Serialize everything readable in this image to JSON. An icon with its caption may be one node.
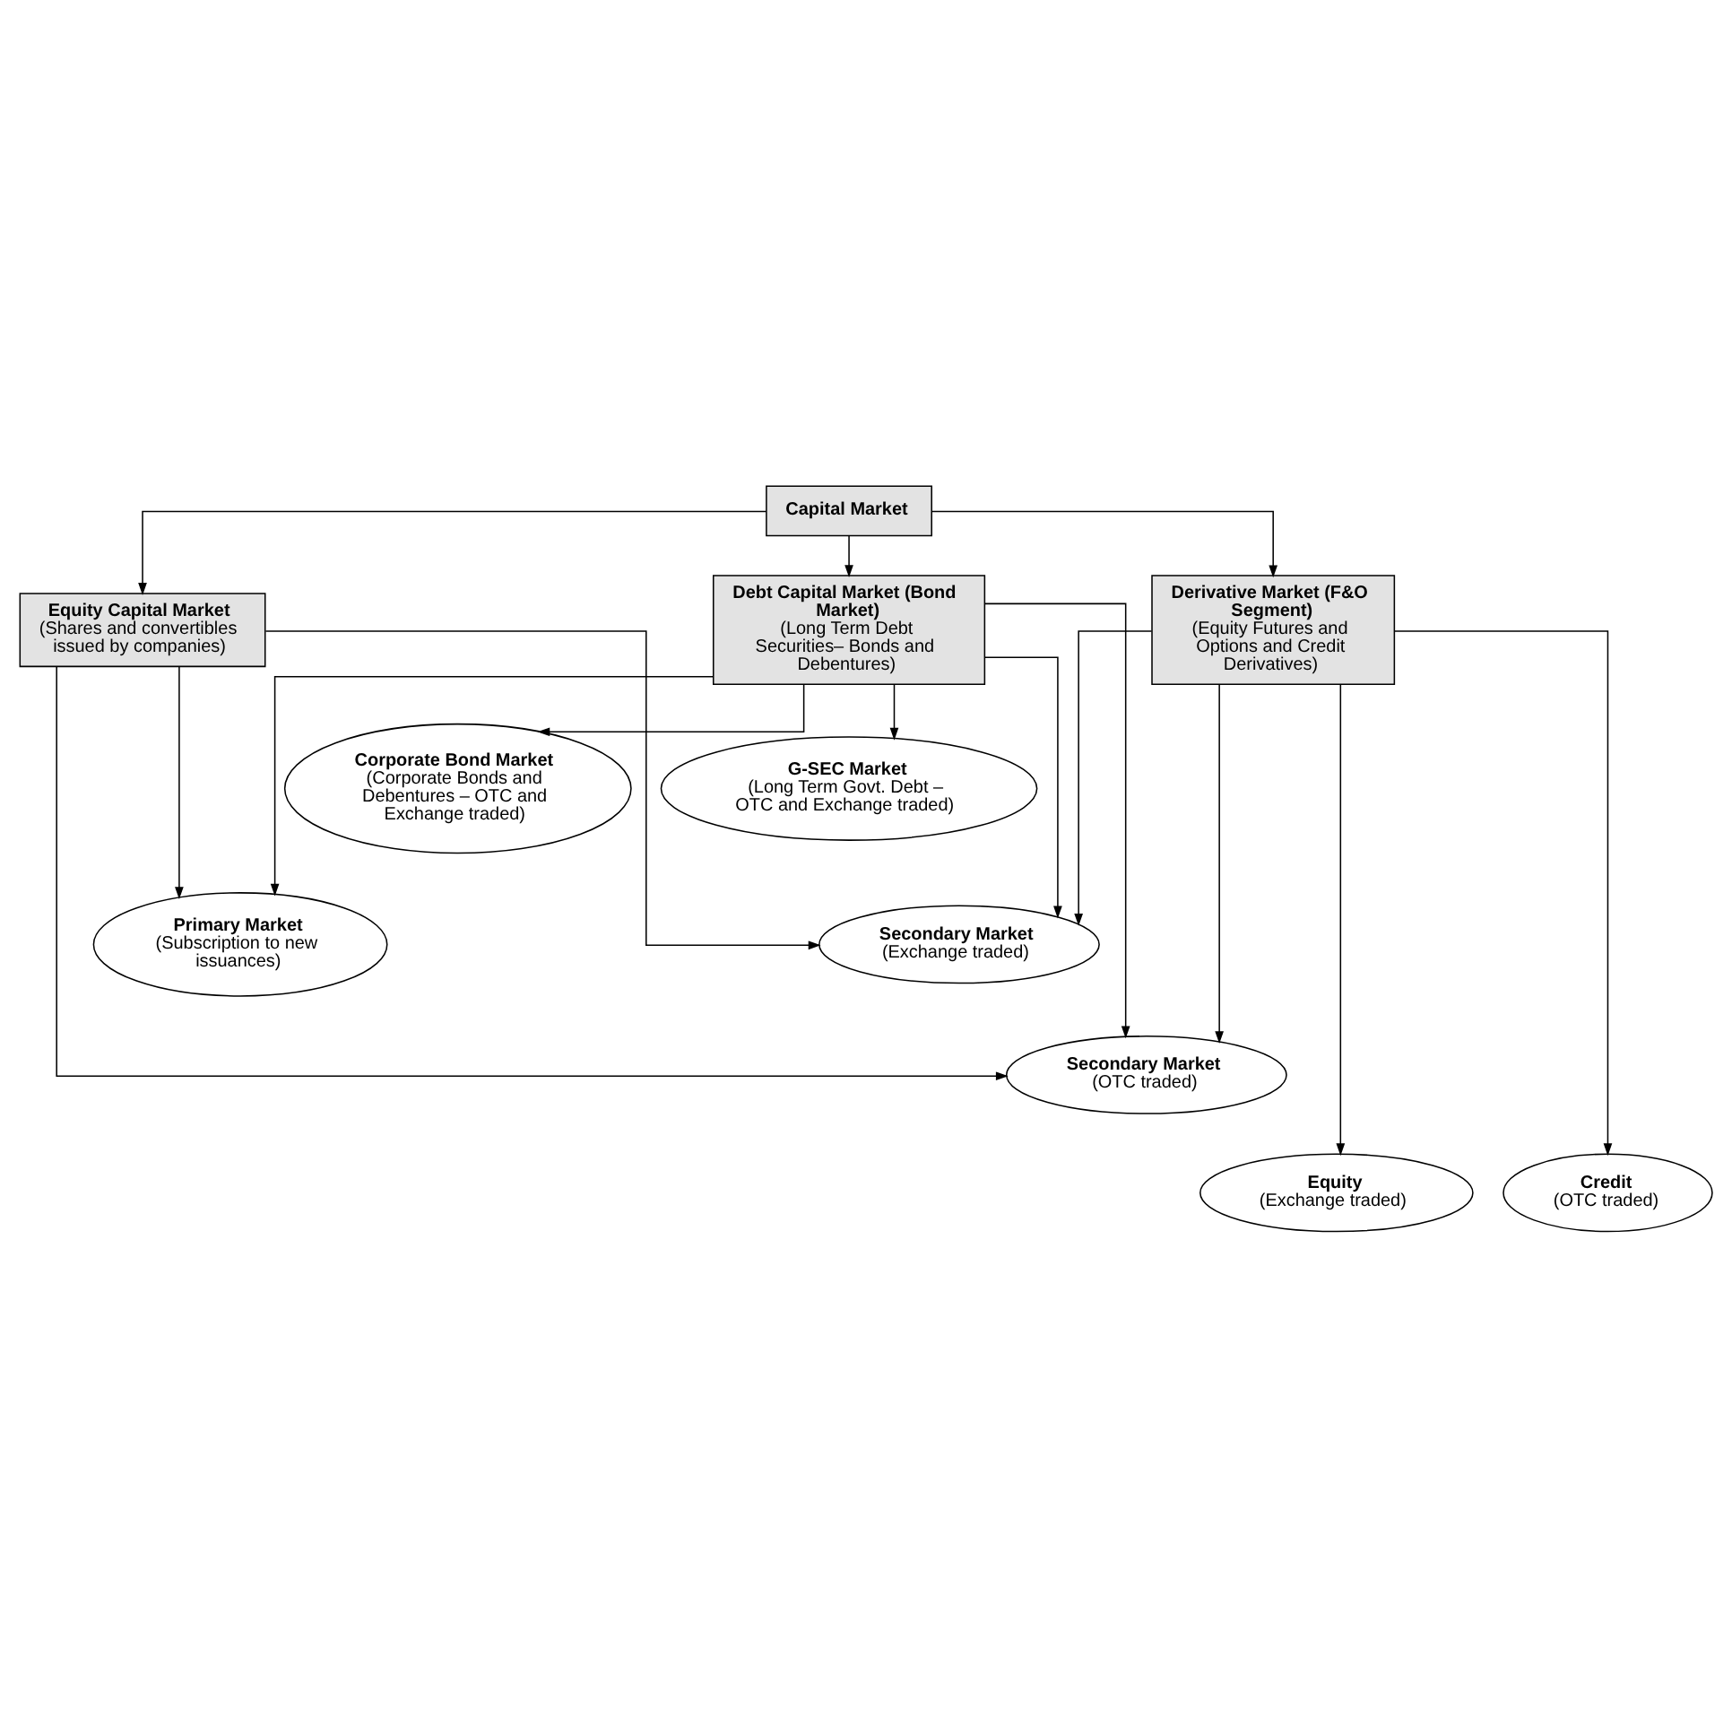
{
  "diagram": {
    "nodes": [
      {
        "text": [
          "Capital Market"
        ]
      },
      {
        "text": [
          "Equity Capital Market",
          "(Shares and convertibles issued by companies)"
        ]
      },
      {
        "text": [
          "Debt Capital Market (Bond Market)",
          "(Long Term Debt Securities– Bonds and Debentures)"
        ]
      },
      {
        "text": [
          "Derivative Market (F&O Segment)",
          "(Equity Futures and Options and Credit Derivatives)"
        ]
      },
      {
        "text": [
          "G-SEC Market",
          "(Long Term Govt. Debt – OTC and Exchange traded)"
        ]
      },
      {
        "text": [
          "Corporate Bond Market",
          "(Corporate Bonds and Debentures – OTC and Exchange traded)"
        ]
      },
      {
        "text": [
          "Primary Market",
          "(Subscription to new issuances)"
        ]
      },
      {
        "text": [
          "Secondary Market",
          "(Exchange traded)"
        ]
      },
      {
        "text": [
          "Secondary Market",
          "(OTC traded)"
        ]
      },
      {
        "text": [
          "Equity",
          "(Exchange traded)"
        ]
      },
      {
        "text": [
          "Credit",
          "(OTC traded)"
        ]
      }
    ],
    "edges": [
      {
        "from": 0,
        "to": 1,
        "arrow": "to"
      },
      {
        "from": 0,
        "to": 2,
        "arrow": "to"
      },
      {
        "from": 0,
        "to": 3,
        "arrow": "to"
      },
      {
        "from": 2,
        "to": 4,
        "arrow": "to"
      },
      {
        "from": 2,
        "to": 5,
        "arrow": "to"
      },
      {
        "from": 1,
        "to": 6,
        "arrow": "to"
      },
      {
        "from": 2,
        "to": 6,
        "arrow": "to"
      },
      {
        "from": 1,
        "to": 7,
        "arrow": "to"
      },
      {
        "from": 1,
        "to": 8,
        "arrow": "to"
      },
      {
        "from": 2,
        "to": 7,
        "arrow": "to"
      },
      {
        "from": 2,
        "to": 8,
        "arrow": "to"
      },
      {
        "from": 3,
        "to": 7,
        "arrow": "to"
      },
      {
        "from": 3,
        "to": 8,
        "arrow": "to"
      },
      {
        "from": 3,
        "to": 9,
        "arrow": "to"
      },
      {
        "from": 3,
        "to": 10,
        "arrow": "to"
      }
    ]
  }
}
